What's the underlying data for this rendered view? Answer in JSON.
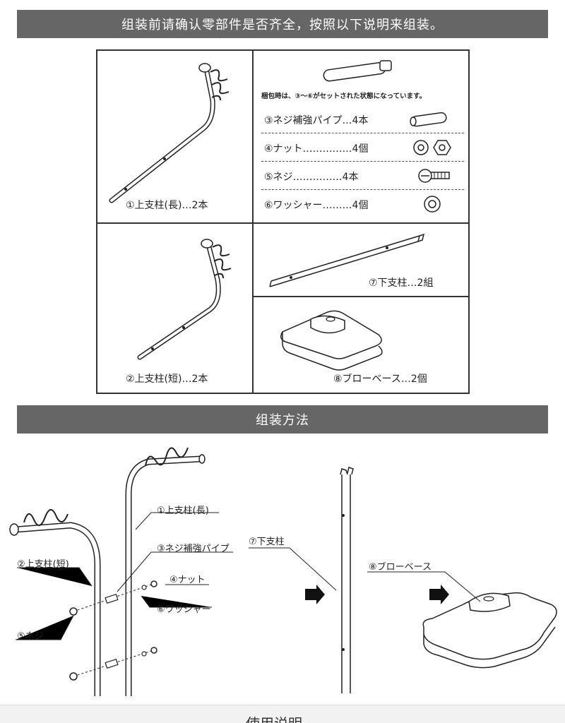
{
  "header_banner": "组装前请确认零部件是否齐全，按照以下说明来组装。",
  "parts": {
    "upper_long": "①上支柱(長)…2本",
    "upper_short": "②上支柱(短)…2本",
    "pack_note": "梱包時は、③～⑥がセットされた状態になっています。",
    "pipe": "③ネジ補強パイプ…4本",
    "nut": "④ナット……………4個",
    "screw": "⑤ネジ……………4本",
    "washer": "⑥ワッシャー………4個",
    "lower": "⑦下支柱…2組",
    "base": "⑧ブローベース…2個"
  },
  "method_banner": "组装方法",
  "assembly": {
    "c1": "①上支柱(長)",
    "c2": "②上支柱(短)",
    "c3": "③ネジ補強パイプ",
    "c4": "④ナット",
    "c5": "⑤ネジ",
    "c6": "⑥ワッシャー",
    "c7": "⑦下支柱",
    "c8": "⑧ブローベース"
  },
  "footer_heading": "使用说明"
}
